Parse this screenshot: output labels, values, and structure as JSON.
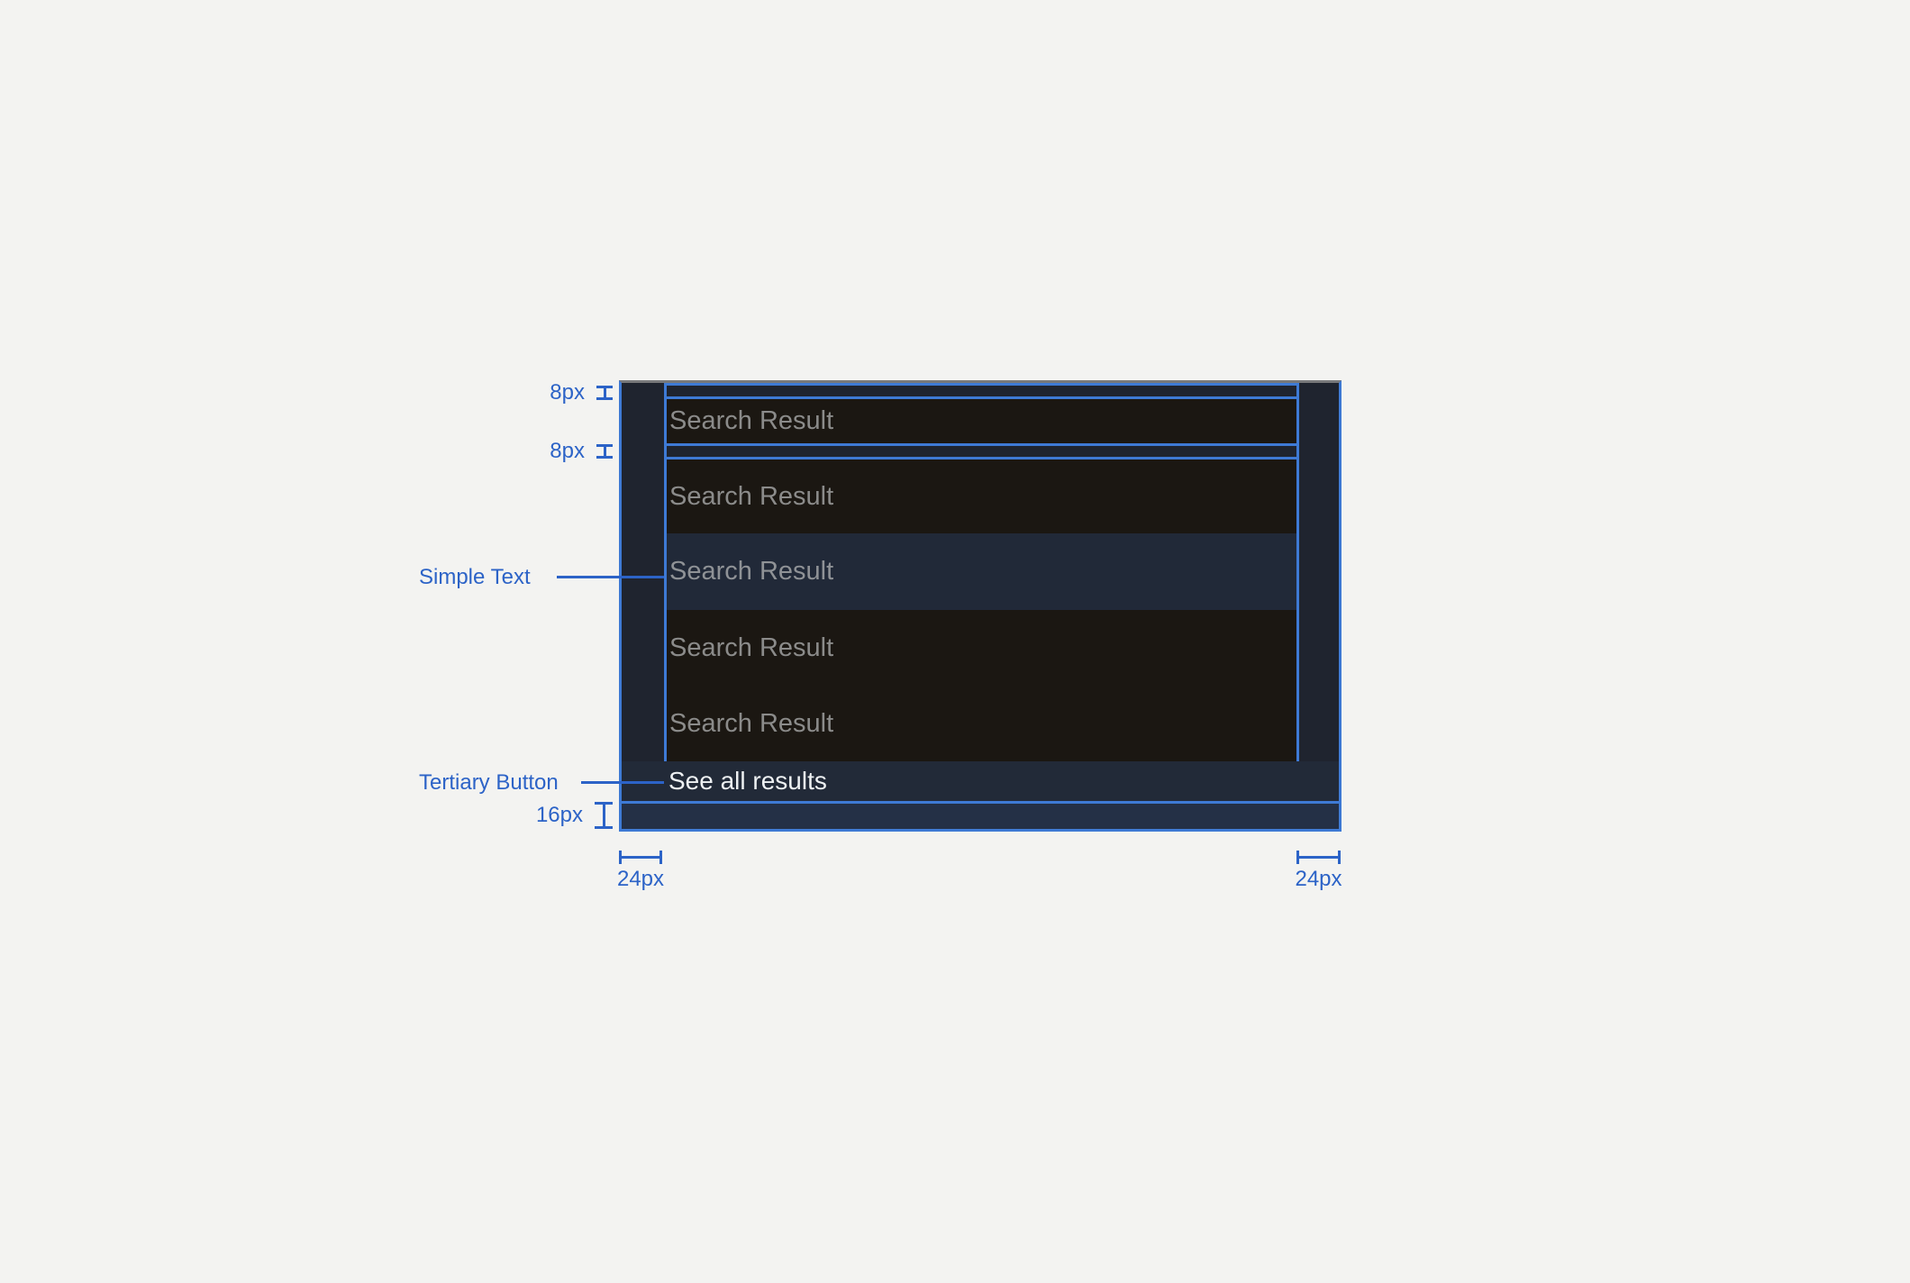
{
  "component": {
    "results": [
      {
        "label": "Search Result",
        "state": "default"
      },
      {
        "label": "Search Result",
        "state": "default"
      },
      {
        "label": "Search Result",
        "state": "highlighted"
      },
      {
        "label": "Search Result",
        "state": "default"
      },
      {
        "label": "Search Result",
        "state": "default"
      }
    ],
    "see_all_label": "See all results"
  },
  "annotations": {
    "top_padding": "8px",
    "item_gap": "8px",
    "simple_text_label": "Simple Text",
    "tertiary_button_label": "Tertiary Button",
    "bottom_padding": "16px",
    "left_padding": "24px",
    "right_padding": "24px"
  },
  "colors": {
    "page_bg": "#f3f3f1",
    "annotation_blue": "#2c63c7",
    "guide_blue": "#3e7ad5",
    "panel_bg": "#1f242f",
    "row_bg": "#1b1712",
    "row_highlight_bg": "#212938",
    "see_all_bg": "#222a38",
    "bottom_strip_bg": "#243046",
    "top_border_gray": "#78797b",
    "row_text": "#8b8b8a",
    "see_all_text": "#eef1f3"
  }
}
